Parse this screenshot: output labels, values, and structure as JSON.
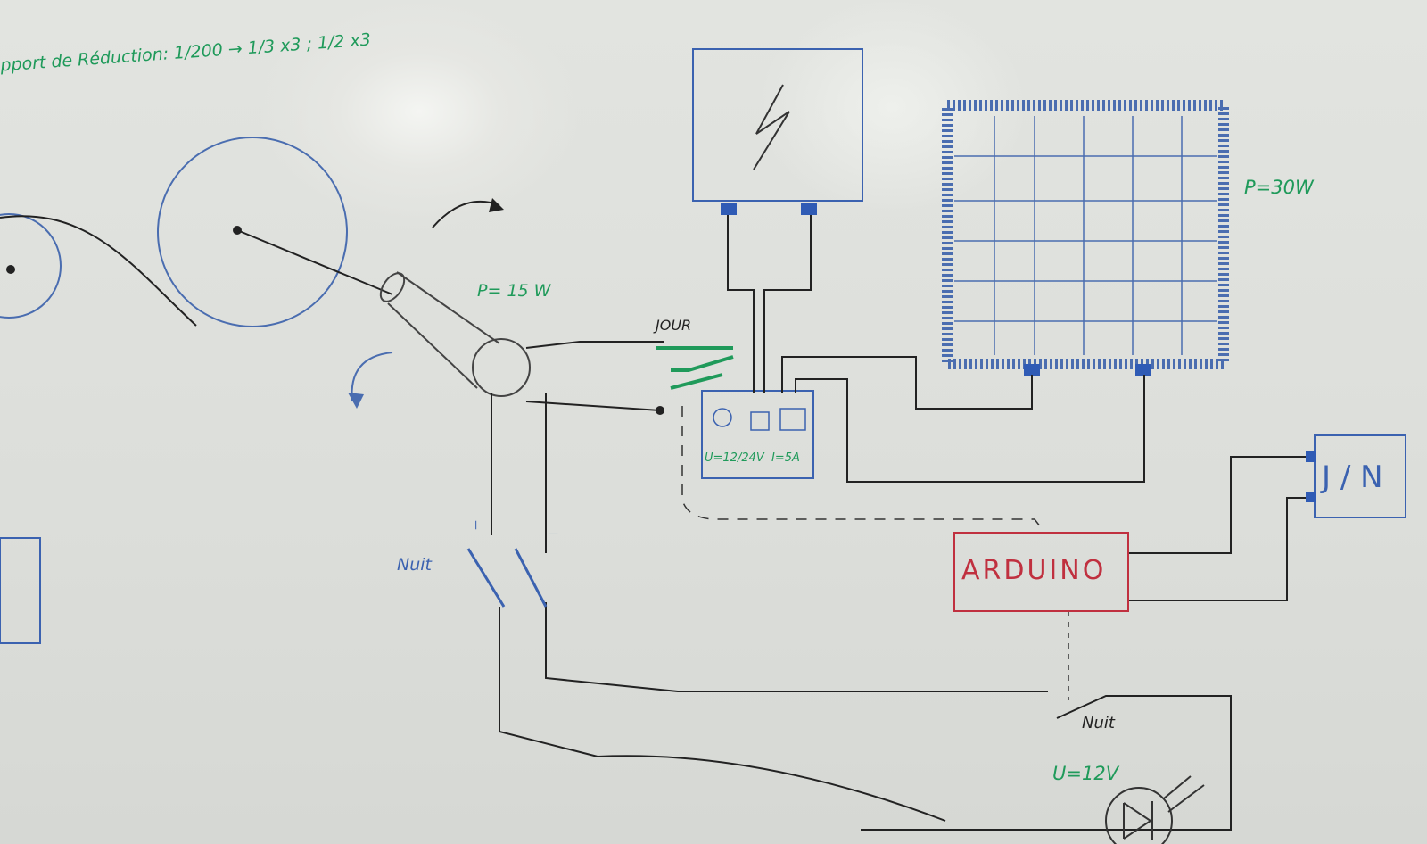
{
  "annotations": {
    "reduction": "pport de Réduction: 1/200 → 1/3 x3 ; 1/2 x3",
    "motor_power": "P= 15 W",
    "day_switch": "JOUR",
    "solar_power": "P=30W",
    "controller_specs": "U=12/24V  I=5A",
    "arduino": "ARDUINO",
    "day_night_module": "J / N",
    "night_switch_left": "Nuit",
    "night_switch_right": "Nuit",
    "led_voltage": "U=12V",
    "plus": "+",
    "minus": "−"
  },
  "colors": {
    "green": "#1f9a5a",
    "blue": "#3b62b0",
    "red": "#c0303f",
    "black": "#222222"
  }
}
